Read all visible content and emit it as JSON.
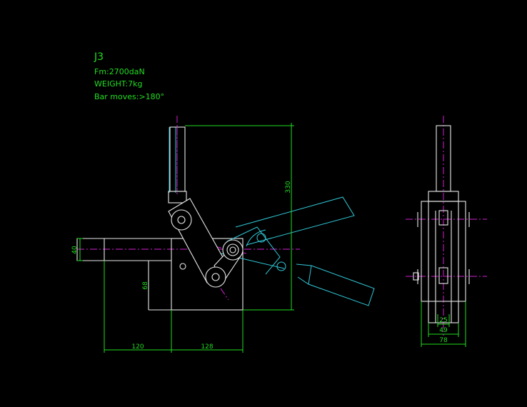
{
  "title": "J3",
  "specs": {
    "force": "Fm:2700daN",
    "weight": "WEIGHT:7kg",
    "bar_moves": "Bar moves:>180°"
  },
  "dimensions": {
    "height_330": "330",
    "bar_40": "40",
    "base_68": "68",
    "left_120": "120",
    "right_128": "128",
    "side_25": "25",
    "side_49": "49",
    "side_78": "78"
  },
  "colors": {
    "background": "#000000",
    "text": "#22dd22",
    "outline": "#e8e8e8",
    "alt_position": "#30c8d8",
    "centerline": "#d020d0"
  }
}
